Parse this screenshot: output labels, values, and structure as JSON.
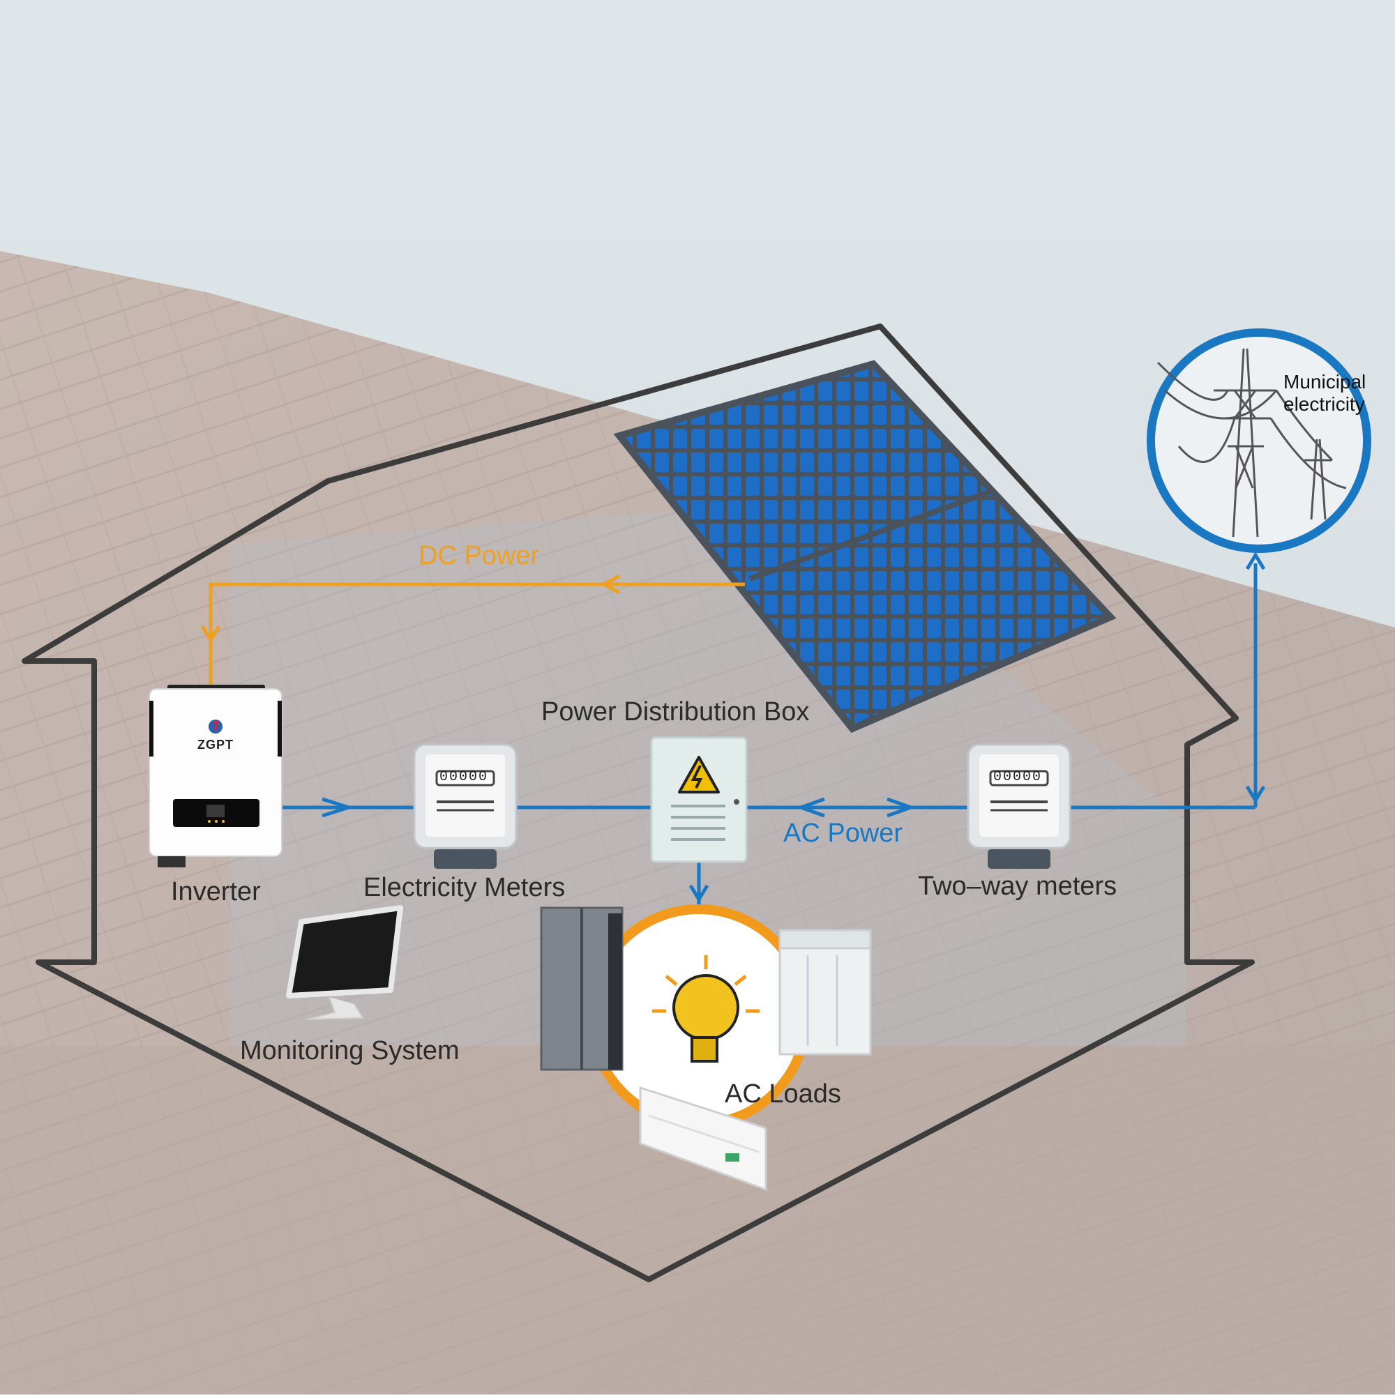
{
  "labels": {
    "dc_power": "DC Power",
    "ac_power": "AC Power",
    "power_distribution_box": "Power Distribution Box",
    "inverter": "Inverter",
    "electricity_meters": "Electricity Meters",
    "two_way_meters": "Two–way meters",
    "monitoring_system": "Monitoring System",
    "ac_loads": "AC Loads",
    "municipal_line1": "Municipal",
    "municipal_line2": "electricity"
  },
  "inverter_brand": "ZGPT",
  "meter_digits": "00000",
  "colors": {
    "dc_line": "#f0a020",
    "ac_line": "#1a78c2",
    "house_outline": "#3c3c3c",
    "panel_cell": "#1a6fcf",
    "panel_frame": "#4a525c",
    "sky": "#d3dde3",
    "roof": "#a88e82"
  },
  "icons": [
    "solar-panel-icon",
    "inverter-icon",
    "electricity-meter-icon",
    "distribution-box-icon",
    "power-tower-icon",
    "monitor-icon",
    "refrigerator-icon",
    "light-bulb-icon",
    "washing-machine-icon",
    "air-conditioner-icon"
  ]
}
